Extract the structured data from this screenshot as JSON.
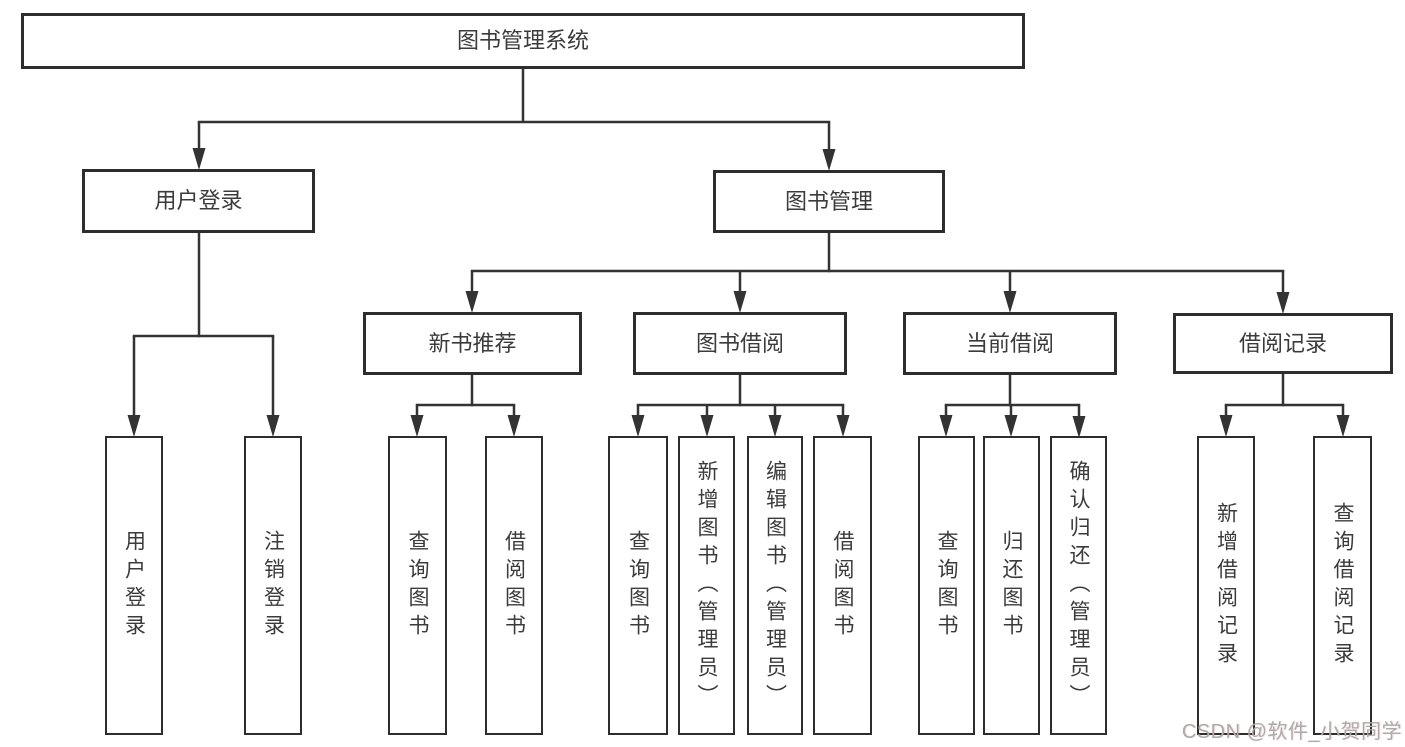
{
  "diagram": {
    "title": "图书管理系统",
    "root": {
      "label": "图书管理系统"
    },
    "level2": {
      "user_login": {
        "label": "用户登录"
      },
      "book_mgmt": {
        "label": "图书管理"
      }
    },
    "level3": {
      "new_book": {
        "label": "新书推荐"
      },
      "book_borrow": {
        "label": "图书借阅"
      },
      "current_borrow": {
        "label": "当前借阅"
      },
      "borrow_record": {
        "label": "借阅记录"
      }
    },
    "leaves": {
      "user_login_children": [
        "用户登录",
        "注销登录"
      ],
      "new_book_children": [
        "查询图书",
        "借阅图书"
      ],
      "book_borrow_children": [
        "查询图书",
        "新增图书（管理员）",
        "编辑图书（管理员）",
        "借阅图书"
      ],
      "current_borrow_children": [
        "查询图书",
        "归还图书",
        "确认归还（管理员）"
      ],
      "borrow_record_children": [
        "新增借阅记录",
        "查询借阅记录"
      ]
    }
  },
  "watermark": {
    "text": "CSDN @软件_小贺同学"
  },
  "colors": {
    "line": "#333333",
    "box_border": "#2d2d2d",
    "box_background": "#ffffff",
    "text": "#3b3b3b",
    "watermark": "#ababab"
  }
}
